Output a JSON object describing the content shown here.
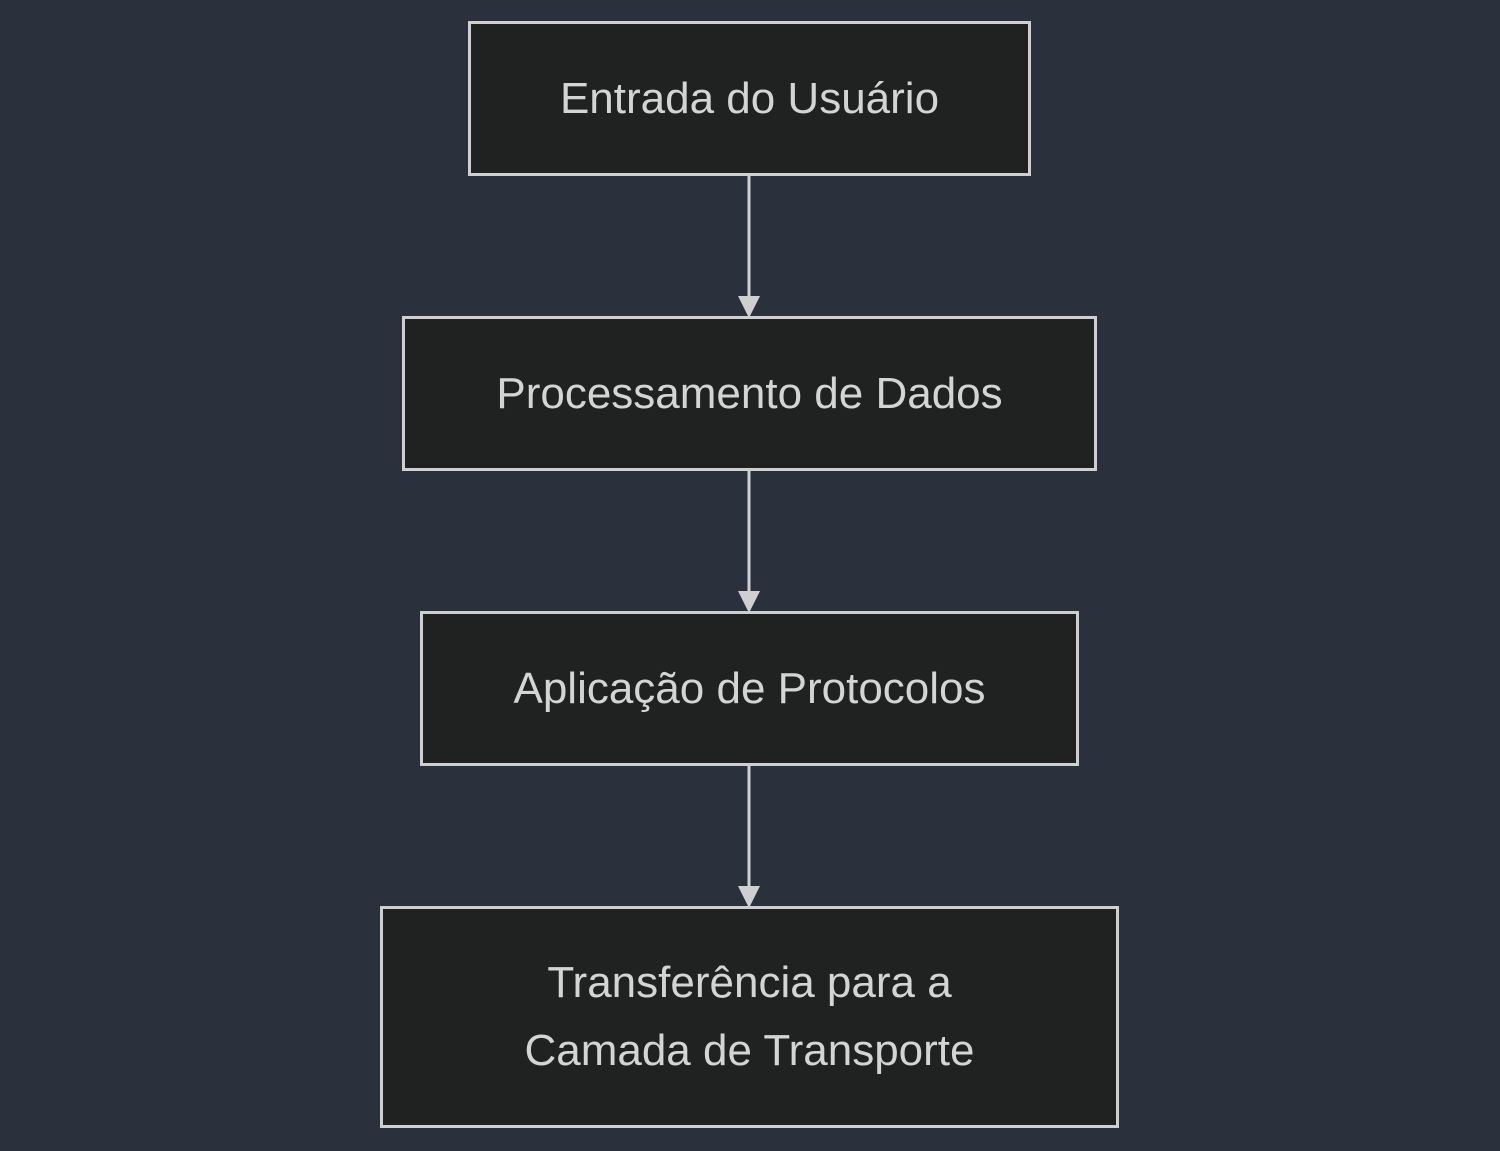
{
  "diagram": {
    "type": "flowchart",
    "direction": "top-down",
    "colors": {
      "background": "#2b303d",
      "node_fill": "#202222",
      "node_border": "#cfcfcf",
      "text": "#d4d4d4",
      "edge": "#cfcfcf"
    },
    "nodes": [
      {
        "id": "entrada",
        "lines": [
          "Entrada do Usuário"
        ]
      },
      {
        "id": "processamento",
        "lines": [
          "Processamento de Dados"
        ]
      },
      {
        "id": "aplicacao",
        "lines": [
          "Aplicação de Protocolos"
        ]
      },
      {
        "id": "transferencia",
        "lines": [
          "Transferência para a",
          "Camada de Transporte"
        ]
      }
    ],
    "edges": [
      {
        "from": "entrada",
        "to": "processamento"
      },
      {
        "from": "processamento",
        "to": "aplicacao"
      },
      {
        "from": "aplicacao",
        "to": "transferencia"
      }
    ]
  }
}
